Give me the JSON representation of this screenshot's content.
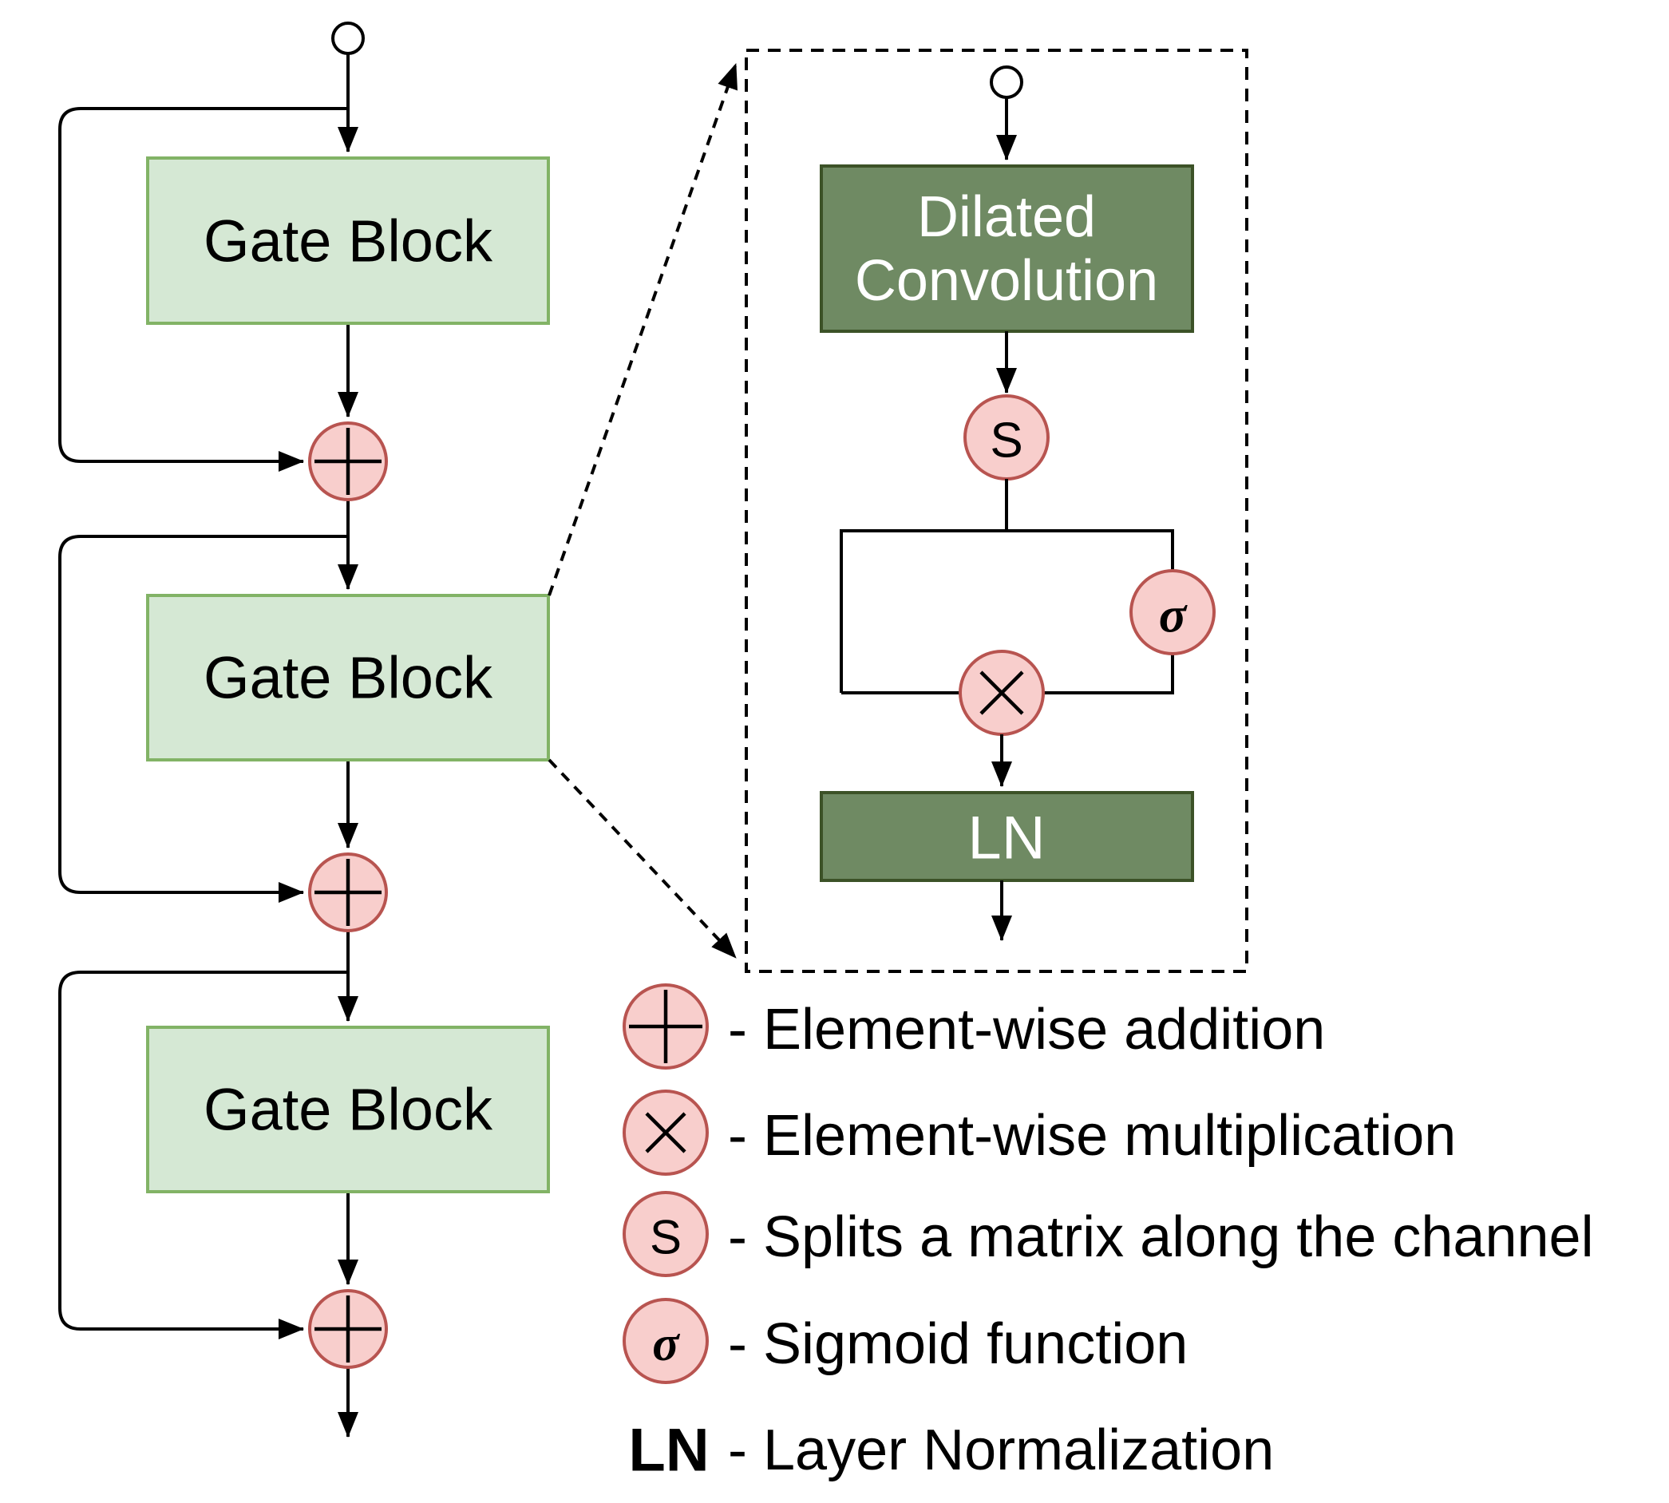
{
  "colors": {
    "bg": "#ffffff",
    "line": "#000000",
    "light_fill": "#d5e8d4",
    "light_stroke": "#82b366",
    "dark_fill": "#6f8a63",
    "dark_stroke": "#3c5227",
    "pink_fill": "#f8cecc",
    "pink_stroke": "#b85450"
  },
  "left_flow": {
    "blocks": [
      {
        "label": "Gate Block"
      },
      {
        "label": "Gate Block"
      },
      {
        "label": "Gate Block"
      }
    ],
    "add_symbol": "+"
  },
  "detail": {
    "conv_label_line1": "Dilated",
    "conv_label_line2": "Convolution",
    "split_symbol": "S",
    "sigmoid_symbol": "σ",
    "multiply_symbol": "×",
    "ln_label": "LN"
  },
  "legend": {
    "rows": [
      {
        "symbol": "+",
        "label": "- Element-wise addition"
      },
      {
        "symbol": "×",
        "label": "- Element-wise multiplication"
      },
      {
        "symbol": "S",
        "label": "- Splits a matrix along the channel"
      },
      {
        "symbol": "σ",
        "label": "- Sigmoid function"
      },
      {
        "symbol": "LN",
        "label": "- Layer Normalization"
      }
    ]
  }
}
